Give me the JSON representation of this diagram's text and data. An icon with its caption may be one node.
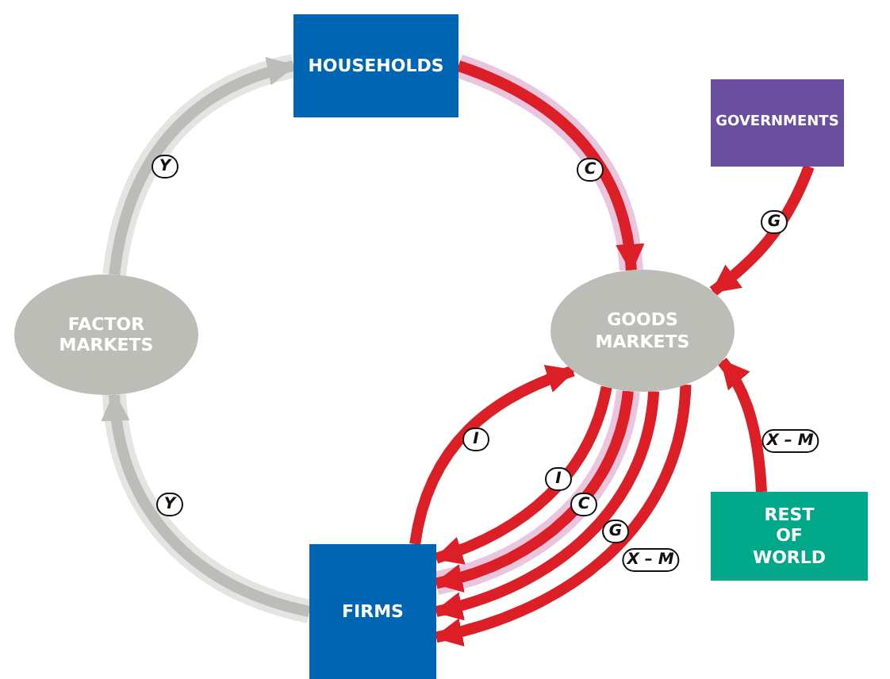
{
  "diagram": {
    "nodes": [
      {
        "text": [
          "HOUSEHOLDS"
        ]
      },
      {
        "text": [
          "GOVERNMENTS"
        ]
      },
      {
        "text": [
          "FACTOR MARKETS"
        ]
      },
      {
        "text": [
          "GOODS MARKETS"
        ]
      },
      {
        "text": [
          "REST OF WORLD"
        ]
      },
      {
        "text": [
          "FIRMS"
        ]
      }
    ],
    "edges": [
      {
        "from": 2,
        "to": 0,
        "arrow": "to",
        "label": "Y",
        "color": "#bcbcb8"
      },
      {
        "from": 5,
        "to": 2,
        "arrow": "to",
        "label": "Y",
        "color": "#bcbcb8"
      },
      {
        "from": 0,
        "to": 3,
        "arrow": "to",
        "label": "C"
      },
      {
        "from": 1,
        "to": 3,
        "arrow": "to",
        "label": "G"
      },
      {
        "from": 4,
        "to": 3,
        "arrow": "to",
        "label": "X – M"
      },
      {
        "from": 5,
        "to": 3,
        "arrow": "to",
        "label": "I"
      },
      {
        "from": 3,
        "to": 5,
        "arrow": "to",
        "label": "I"
      },
      {
        "from": 3,
        "to": 5,
        "arrow": "to",
        "label": "C"
      },
      {
        "from": 3,
        "to": 5,
        "arrow": "to",
        "label": "G"
      },
      {
        "from": 3,
        "to": 5,
        "arrow": "to",
        "label": "X – M"
      }
    ]
  }
}
